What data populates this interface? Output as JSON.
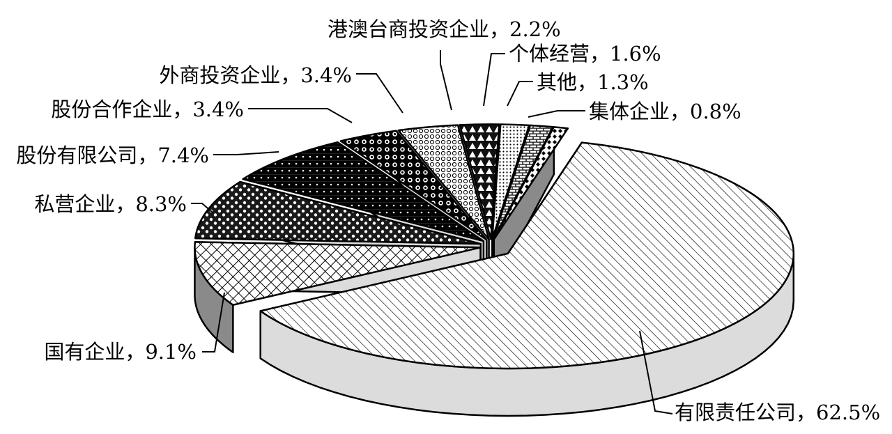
{
  "chart_data": {
    "type": "pie",
    "style": "3d-exploded",
    "title": "",
    "slices": [
      {
        "label": "有限责任公司，62.5%",
        "name": "有限责任公司",
        "value": 62.5,
        "pattern": "hatch-diagonal"
      },
      {
        "label": "国有企业，9.1%",
        "name": "国有企业",
        "value": 9.1,
        "pattern": "crosshatch"
      },
      {
        "label": "私营企业，8.3%",
        "name": "私营企业",
        "value": 8.3,
        "pattern": "dark-blobs"
      },
      {
        "label": "股份有限公司，7.4%",
        "name": "股份有限公司",
        "value": 7.4,
        "pattern": "black-grid-dots"
      },
      {
        "label": "股份合作企业，3.4%",
        "name": "股份合作企业",
        "value": 3.4,
        "pattern": "black-circles"
      },
      {
        "label": "外商投资企业，3.4%",
        "name": "外商投资企业",
        "value": 3.4,
        "pattern": "lattice"
      },
      {
        "label": "港澳台商投资企业，2.2%",
        "name": "港澳台商投资企业",
        "value": 2.2,
        "pattern": "white-triangles"
      },
      {
        "label": "个体经营，1.6%",
        "name": "个体经营",
        "value": 1.6,
        "pattern": "fine-dots"
      },
      {
        "label": "其他，1.3%",
        "name": "其他",
        "value": 1.3,
        "pattern": "bricks"
      },
      {
        "label": "集体企业，0.8%",
        "name": "集体企业",
        "value": 0.8,
        "pattern": "diamonds"
      }
    ],
    "legend": "none",
    "colors": {
      "side_light": "#dcdcdc",
      "side_dark": "#8a8a8a",
      "outline": "#000000"
    }
  }
}
